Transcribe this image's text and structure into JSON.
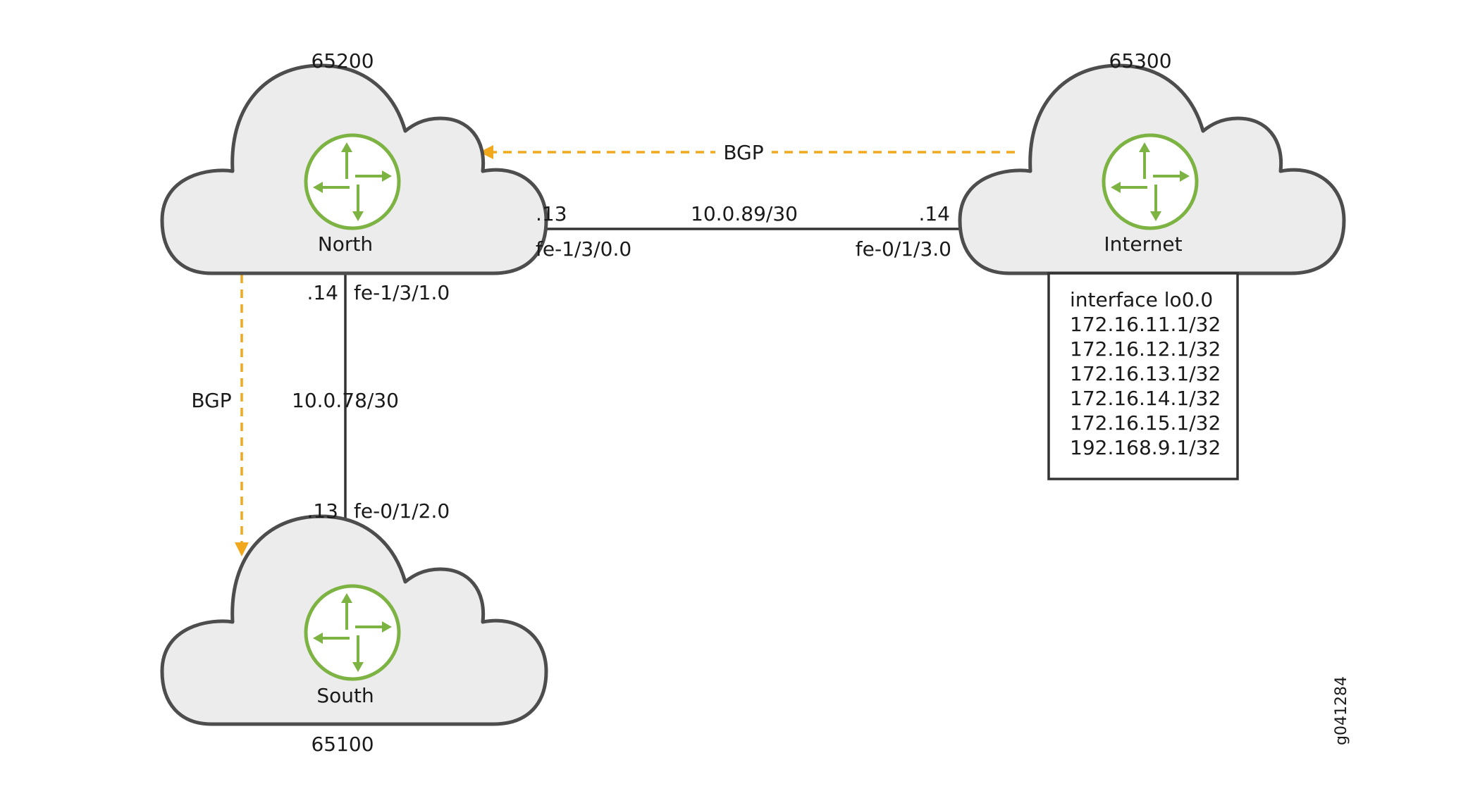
{
  "nodes": {
    "north": {
      "name": "North",
      "asn": "65200"
    },
    "internet": {
      "name": "Internet",
      "asn": "65300"
    },
    "south": {
      "name": "South",
      "asn": "65100"
    }
  },
  "links": {
    "north_internet": {
      "subnet": "10.0.89/30",
      "north_host": ".13",
      "north_iface": "fe-1/3/0.0",
      "internet_host": ".14",
      "internet_iface": "fe-0/1/3.0"
    },
    "north_south": {
      "subnet": "10.0.78/30",
      "north_host": ".14",
      "north_iface": "fe-1/3/1.0",
      "south_host": ".13",
      "south_iface": "fe-0/1/2.0"
    }
  },
  "bgp": {
    "internet_to_north": "BGP",
    "north_to_south": "BGP"
  },
  "interface_box": {
    "lines": [
      "interface lo0.0",
      "172.16.11.1/32",
      "172.16.12.1/32",
      "172.16.13.1/32",
      "172.16.14.1/32",
      "172.16.15.1/32",
      "192.168.9.1/32"
    ]
  },
  "figure_id": "g041284",
  "colors": {
    "bgp_arrow": "#f2a81d",
    "router_icon": "#7cb342",
    "cloud_fill": "#ececec",
    "cloud_stroke": "#4d4d4d"
  },
  "icons": {
    "router": "router-icon"
  }
}
